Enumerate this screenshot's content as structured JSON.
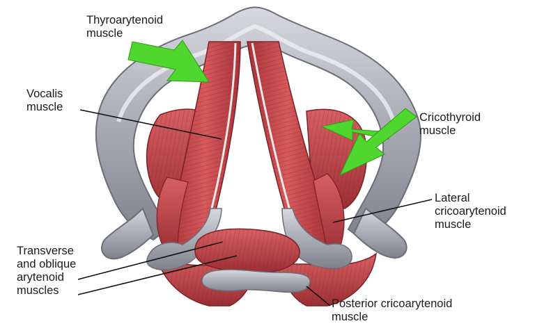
{
  "labels": {
    "thyroarytenoid": "Thyroarytenoid\nmuscle",
    "vocalis": "Vocalis\nmuscle",
    "cricothyroid": "Cricothyroid\nmuscle",
    "lateral_cricoarytenoid": "Lateral\ncricoarytenoid\nmuscle",
    "transverse_oblique": "Transverse\nand oblique\narytenoid\nmuscles",
    "posterior_cricoarytenoid": "Posterior cricoarytenoid\nmuscle"
  },
  "colors": {
    "cartilage": "#a7a9b3",
    "cartilage_highlight": "#e6e7ec",
    "muscle": "#c9464a",
    "muscle_dark": "#8f2a2d",
    "arrow": "#4fd62f",
    "leader_line": "#111111"
  }
}
